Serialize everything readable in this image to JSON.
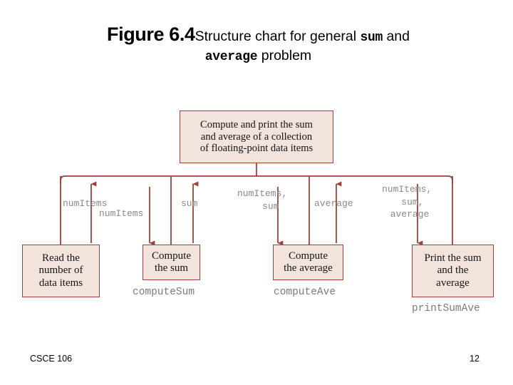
{
  "slide": {
    "figure_label": "Figure 6.4",
    "caption_part1": "Structure chart for general ",
    "caption_mono1": "sum",
    "caption_part2": " and",
    "caption_mono2": "average",
    "caption_part3": " problem"
  },
  "chart_data": {
    "type": "diagram",
    "diagram_kind": "structure-chart",
    "title": "Structure chart for general sum and average problem",
    "accent_color": "#a0403a",
    "node_fill": "#f3e3dd",
    "label_color": "#8a8a8a",
    "nodes": [
      {
        "id": "root",
        "text": "Compute and print the sum and average of a collection of floating-point data items",
        "lines": [
          "Compute and print the sum",
          "and average of a collection",
          "of floating-point data items"
        ],
        "module_name": "",
        "level": 0
      },
      {
        "id": "read",
        "text": "Read the number of data items",
        "lines": [
          "Read the",
          "number of",
          "data items"
        ],
        "module_name": "",
        "level": 1
      },
      {
        "id": "computeSum",
        "text": "Compute the sum",
        "lines": [
          "Compute",
          "the sum"
        ],
        "module_name": "computeSum",
        "level": 1
      },
      {
        "id": "computeAve",
        "text": "Compute the average",
        "lines": [
          "Compute",
          "the average"
        ],
        "module_name": "computeAve",
        "level": 1
      },
      {
        "id": "printSumAve",
        "text": "Print the sum and the average",
        "lines": [
          "Print the sum",
          "and the",
          "average"
        ],
        "module_name": "printSumAve",
        "level": 1
      }
    ],
    "data_flows": [
      {
        "label": "numItems",
        "direction": "up",
        "from": "read",
        "to": "root"
      },
      {
        "label": "numItems",
        "direction": "down",
        "from": "root",
        "to": "computeSum"
      },
      {
        "label": "sum",
        "direction": "up",
        "from": "computeSum",
        "to": "root"
      },
      {
        "label": "numItems,\nsum",
        "direction": "down",
        "from": "root",
        "to": "computeAve"
      },
      {
        "label": "average",
        "direction": "up",
        "from": "computeAve",
        "to": "root"
      },
      {
        "label": "numItems,\nsum,\naverage",
        "direction": "down",
        "from": "root",
        "to": "printSumAve"
      }
    ]
  },
  "flow_labels": {
    "numitems_up": "numItems",
    "numitems_down": "numItems",
    "sum_up": "sum",
    "numitems_sum_down": "numItems,\n   sum",
    "average_up": "average",
    "all_three_down": "numItems,\n  sum,\n average"
  },
  "nodes_text": {
    "root_l1": "Compute and print the sum",
    "root_l2": "and average of a collection",
    "root_l3": "of floating-point data items",
    "read_l1": "Read the",
    "read_l2": "number of",
    "read_l3": "data items",
    "sum_l1": "Compute",
    "sum_l2": "the sum",
    "ave_l1": "Compute",
    "ave_l2": "the average",
    "print_l1": "Print the sum",
    "print_l2": "and the",
    "print_l3": "average"
  },
  "module_names": {
    "computesum": "computeSum",
    "computeave": "computeAve",
    "printsumave": "printSumAve"
  },
  "footer": {
    "course": "CSCE 106",
    "page": "12"
  }
}
